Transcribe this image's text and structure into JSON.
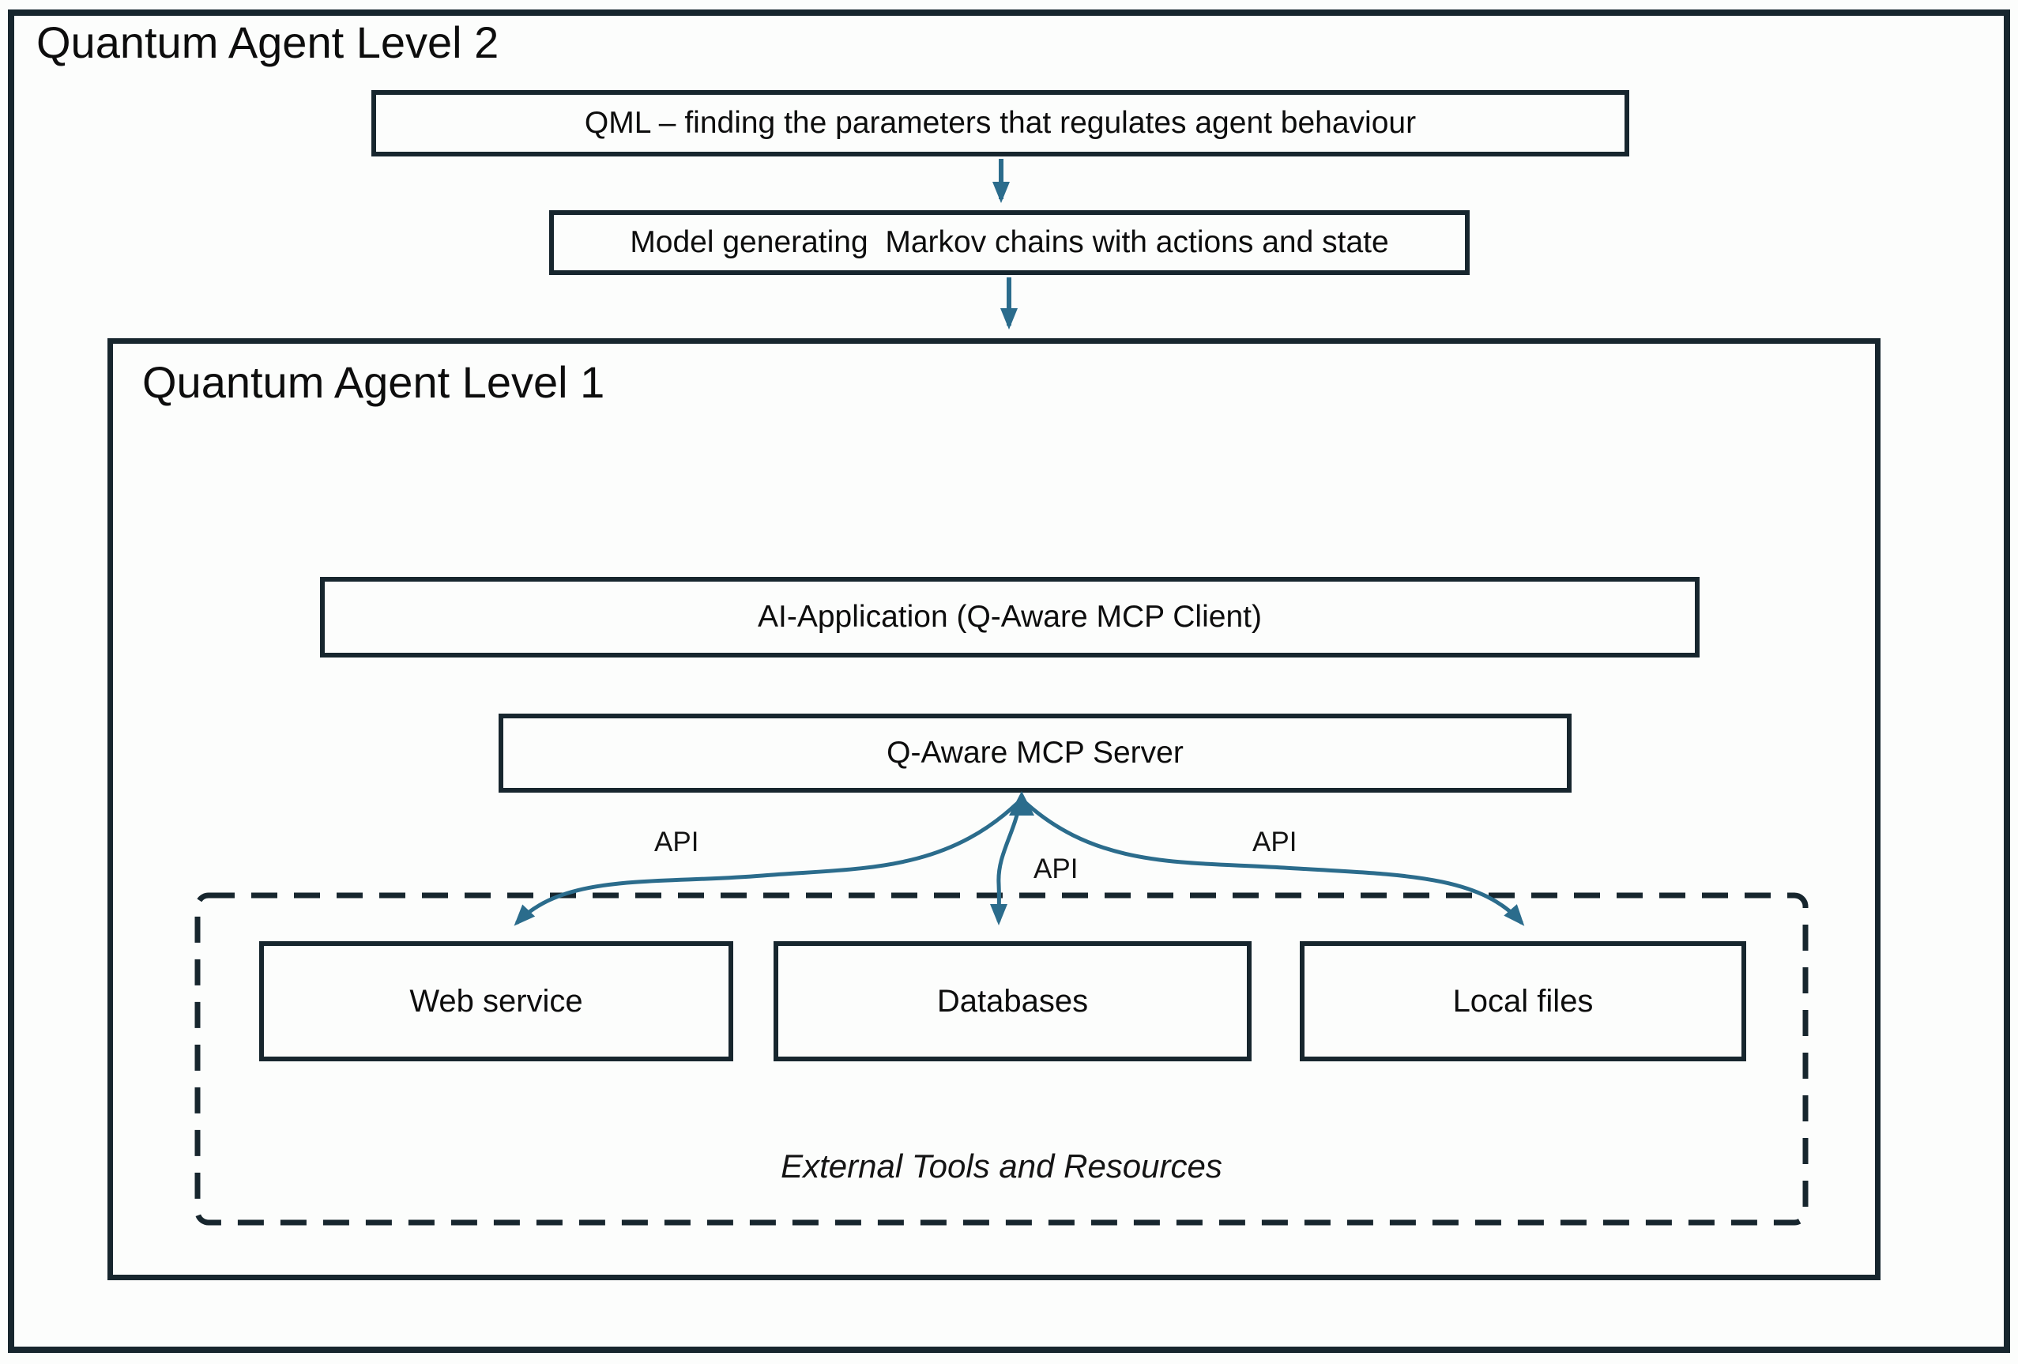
{
  "diagram": {
    "level2": {
      "title": "Quantum Agent Level 2"
    },
    "qml_box": {
      "label": "QML – finding the parameters that regulates agent behaviour"
    },
    "model_box": {
      "label": "Model generating  Markov chains with actions and state"
    },
    "level1": {
      "title": "Quantum Agent Level 1"
    },
    "ai_app_box": {
      "label": "AI-Application (Q-Aware MCP Client)"
    },
    "mcp_server_box": {
      "label": "Q-Aware MCP Server"
    },
    "api_labels": {
      "left": "API",
      "middle": "API",
      "right": "API"
    },
    "external_tools": {
      "caption": "External Tools and Resources",
      "boxes": [
        {
          "label": "Web service"
        },
        {
          "label": "Databases"
        },
        {
          "label": "Local files"
        }
      ]
    },
    "colors": {
      "box_border": "#17262e",
      "arrow": "#2b6c8c",
      "text": "#111111",
      "background": "#fcfdfc"
    }
  }
}
